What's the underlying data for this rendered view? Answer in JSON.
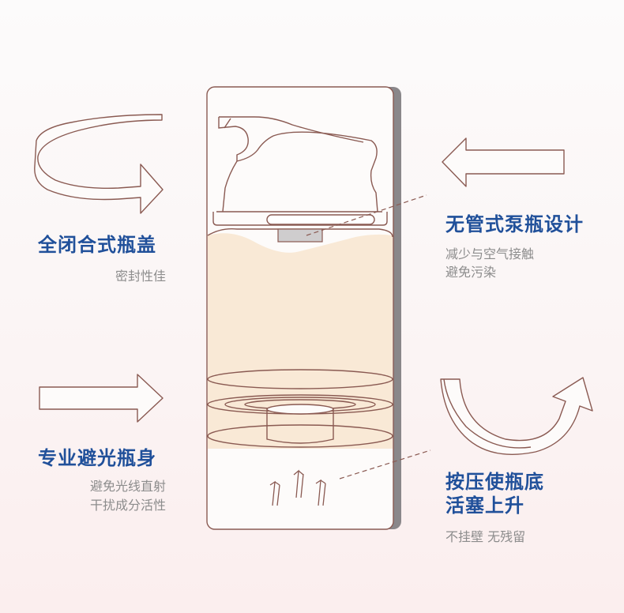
{
  "features": {
    "top_left": {
      "title": "全闭合式瓶盖",
      "sub": "密封性佳",
      "arrow_icon": "rotate-arrow-icon"
    },
    "top_right": {
      "title": "无管式泵瓶设计",
      "sub_line1": "减少与空气接触",
      "sub_line2": "避免污染",
      "arrow_icon": "left-arrow-icon"
    },
    "bottom_left": {
      "title": "专业避光瓶身",
      "sub_line1": "避免光线直射",
      "sub_line2": "干扰成分活性",
      "arrow_icon": "right-arrow-icon"
    },
    "bottom_right": {
      "title_line1": "按压使瓶底",
      "title_line2": "活塞上升",
      "sub": "不挂壁 无残留",
      "arrow_icon": "curved-up-arrow-icon"
    }
  },
  "colors": {
    "title": "#20509a",
    "subtitle": "#8c8c8c",
    "outline": "#8a5a52",
    "liquid": "#f9e9d6",
    "panel_shadow": "#8a878a",
    "background": "#fbf6f6"
  },
  "icons": [
    "bottle-cutaway-icon",
    "pump-head-icon",
    "piston-icon",
    "up-arrows-icon"
  ]
}
